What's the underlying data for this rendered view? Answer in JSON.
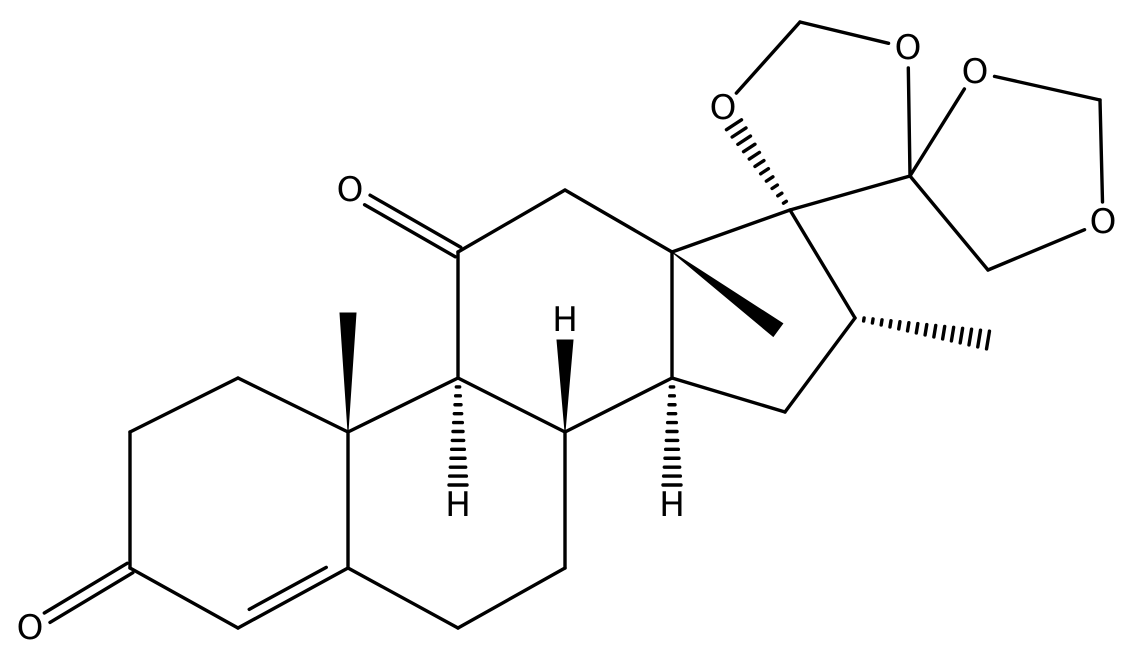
{
  "structure": {
    "type": "chemical-structure",
    "atoms": {
      "c1": {
        "element": "C",
        "label": ""
      },
      "c2": {
        "element": "C",
        "label": ""
      },
      "c3": {
        "element": "C",
        "label": ""
      },
      "c4": {
        "element": "C",
        "label": ""
      },
      "c5": {
        "element": "C",
        "label": ""
      },
      "c6": {
        "element": "C",
        "label": ""
      },
      "c7": {
        "element": "C",
        "label": ""
      },
      "c8": {
        "element": "C",
        "label": ""
      },
      "c9": {
        "element": "C",
        "label": ""
      },
      "c10": {
        "element": "C",
        "label": ""
      },
      "c11": {
        "element": "C",
        "label": ""
      },
      "c12": {
        "element": "C",
        "label": ""
      },
      "c13": {
        "element": "C",
        "label": ""
      },
      "c14": {
        "element": "C",
        "label": ""
      },
      "c15": {
        "element": "C",
        "label": ""
      },
      "c16": {
        "element": "C",
        "label": ""
      },
      "c17": {
        "element": "C",
        "label": ""
      },
      "c18": {
        "element": "C",
        "label": ""
      },
      "c19": {
        "element": "C",
        "label": ""
      },
      "c20": {
        "element": "C",
        "label": ""
      },
      "c21": {
        "element": "C",
        "label": ""
      },
      "c16me": {
        "element": "C",
        "label": ""
      },
      "o3": {
        "element": "O",
        "label": "O"
      },
      "o11": {
        "element": "O",
        "label": "O"
      },
      "ox17": {
        "element": "O",
        "label": "O"
      },
      "cm17": {
        "element": "C",
        "label": ""
      },
      "ox20a": {
        "element": "O",
        "label": "O"
      },
      "ox20b": {
        "element": "O",
        "label": "O"
      },
      "cm20": {
        "element": "C",
        "label": ""
      },
      "ox21": {
        "element": "O",
        "label": "O"
      },
      "h8": {
        "element": "H",
        "label": "H"
      },
      "h9": {
        "element": "H",
        "label": "H"
      },
      "h14": {
        "element": "H",
        "label": "H"
      }
    },
    "bonds": [
      {
        "from": "c1",
        "to": "c2",
        "style": "single"
      },
      {
        "from": "c2",
        "to": "c3",
        "style": "single"
      },
      {
        "from": "c3",
        "to": "c4",
        "style": "single"
      },
      {
        "from": "c4",
        "to": "c5",
        "style": "double"
      },
      {
        "from": "c5",
        "to": "c10",
        "style": "single"
      },
      {
        "from": "c10",
        "to": "c1",
        "style": "single"
      },
      {
        "from": "c3",
        "to": "o3",
        "style": "double"
      },
      {
        "from": "c5",
        "to": "c6",
        "style": "single"
      },
      {
        "from": "c6",
        "to": "c7",
        "style": "single"
      },
      {
        "from": "c7",
        "to": "c8",
        "style": "single"
      },
      {
        "from": "c8",
        "to": "c9",
        "style": "single"
      },
      {
        "from": "c9",
        "to": "c10",
        "style": "single"
      },
      {
        "from": "c9",
        "to": "c11",
        "style": "single"
      },
      {
        "from": "c11",
        "to": "c12",
        "style": "single"
      },
      {
        "from": "c12",
        "to": "c13",
        "style": "single"
      },
      {
        "from": "c13",
        "to": "c14",
        "style": "single"
      },
      {
        "from": "c14",
        "to": "c8",
        "style": "single"
      },
      {
        "from": "c11",
        "to": "o11",
        "style": "double"
      },
      {
        "from": "c14",
        "to": "c15",
        "style": "single"
      },
      {
        "from": "c15",
        "to": "c16",
        "style": "single"
      },
      {
        "from": "c16",
        "to": "c17",
        "style": "single"
      },
      {
        "from": "c17",
        "to": "c13",
        "style": "single"
      },
      {
        "from": "c10",
        "to": "c19",
        "style": "wedge"
      },
      {
        "from": "c13",
        "to": "c18",
        "style": "wedge"
      },
      {
        "from": "c8",
        "to": "h8",
        "style": "wedge"
      },
      {
        "from": "c9",
        "to": "h9",
        "style": "hash"
      },
      {
        "from": "c14",
        "to": "h14",
        "style": "hash"
      },
      {
        "from": "c16",
        "to": "c16me",
        "style": "hash"
      },
      {
        "from": "c17",
        "to": "ox17",
        "style": "hash"
      },
      {
        "from": "ox17",
        "to": "cm17",
        "style": "single"
      },
      {
        "from": "cm17",
        "to": "ox20a",
        "style": "single"
      },
      {
        "from": "ox20a",
        "to": "c20",
        "style": "single"
      },
      {
        "from": "c20",
        "to": "c17",
        "style": "single"
      },
      {
        "from": "c20",
        "to": "ox20b",
        "style": "single"
      },
      {
        "from": "ox20b",
        "to": "cm20",
        "style": "single"
      },
      {
        "from": "cm20",
        "to": "ox21",
        "style": "single"
      },
      {
        "from": "ox21",
        "to": "c21",
        "style": "single"
      },
      {
        "from": "c21",
        "to": "c20",
        "style": "single"
      }
    ]
  }
}
